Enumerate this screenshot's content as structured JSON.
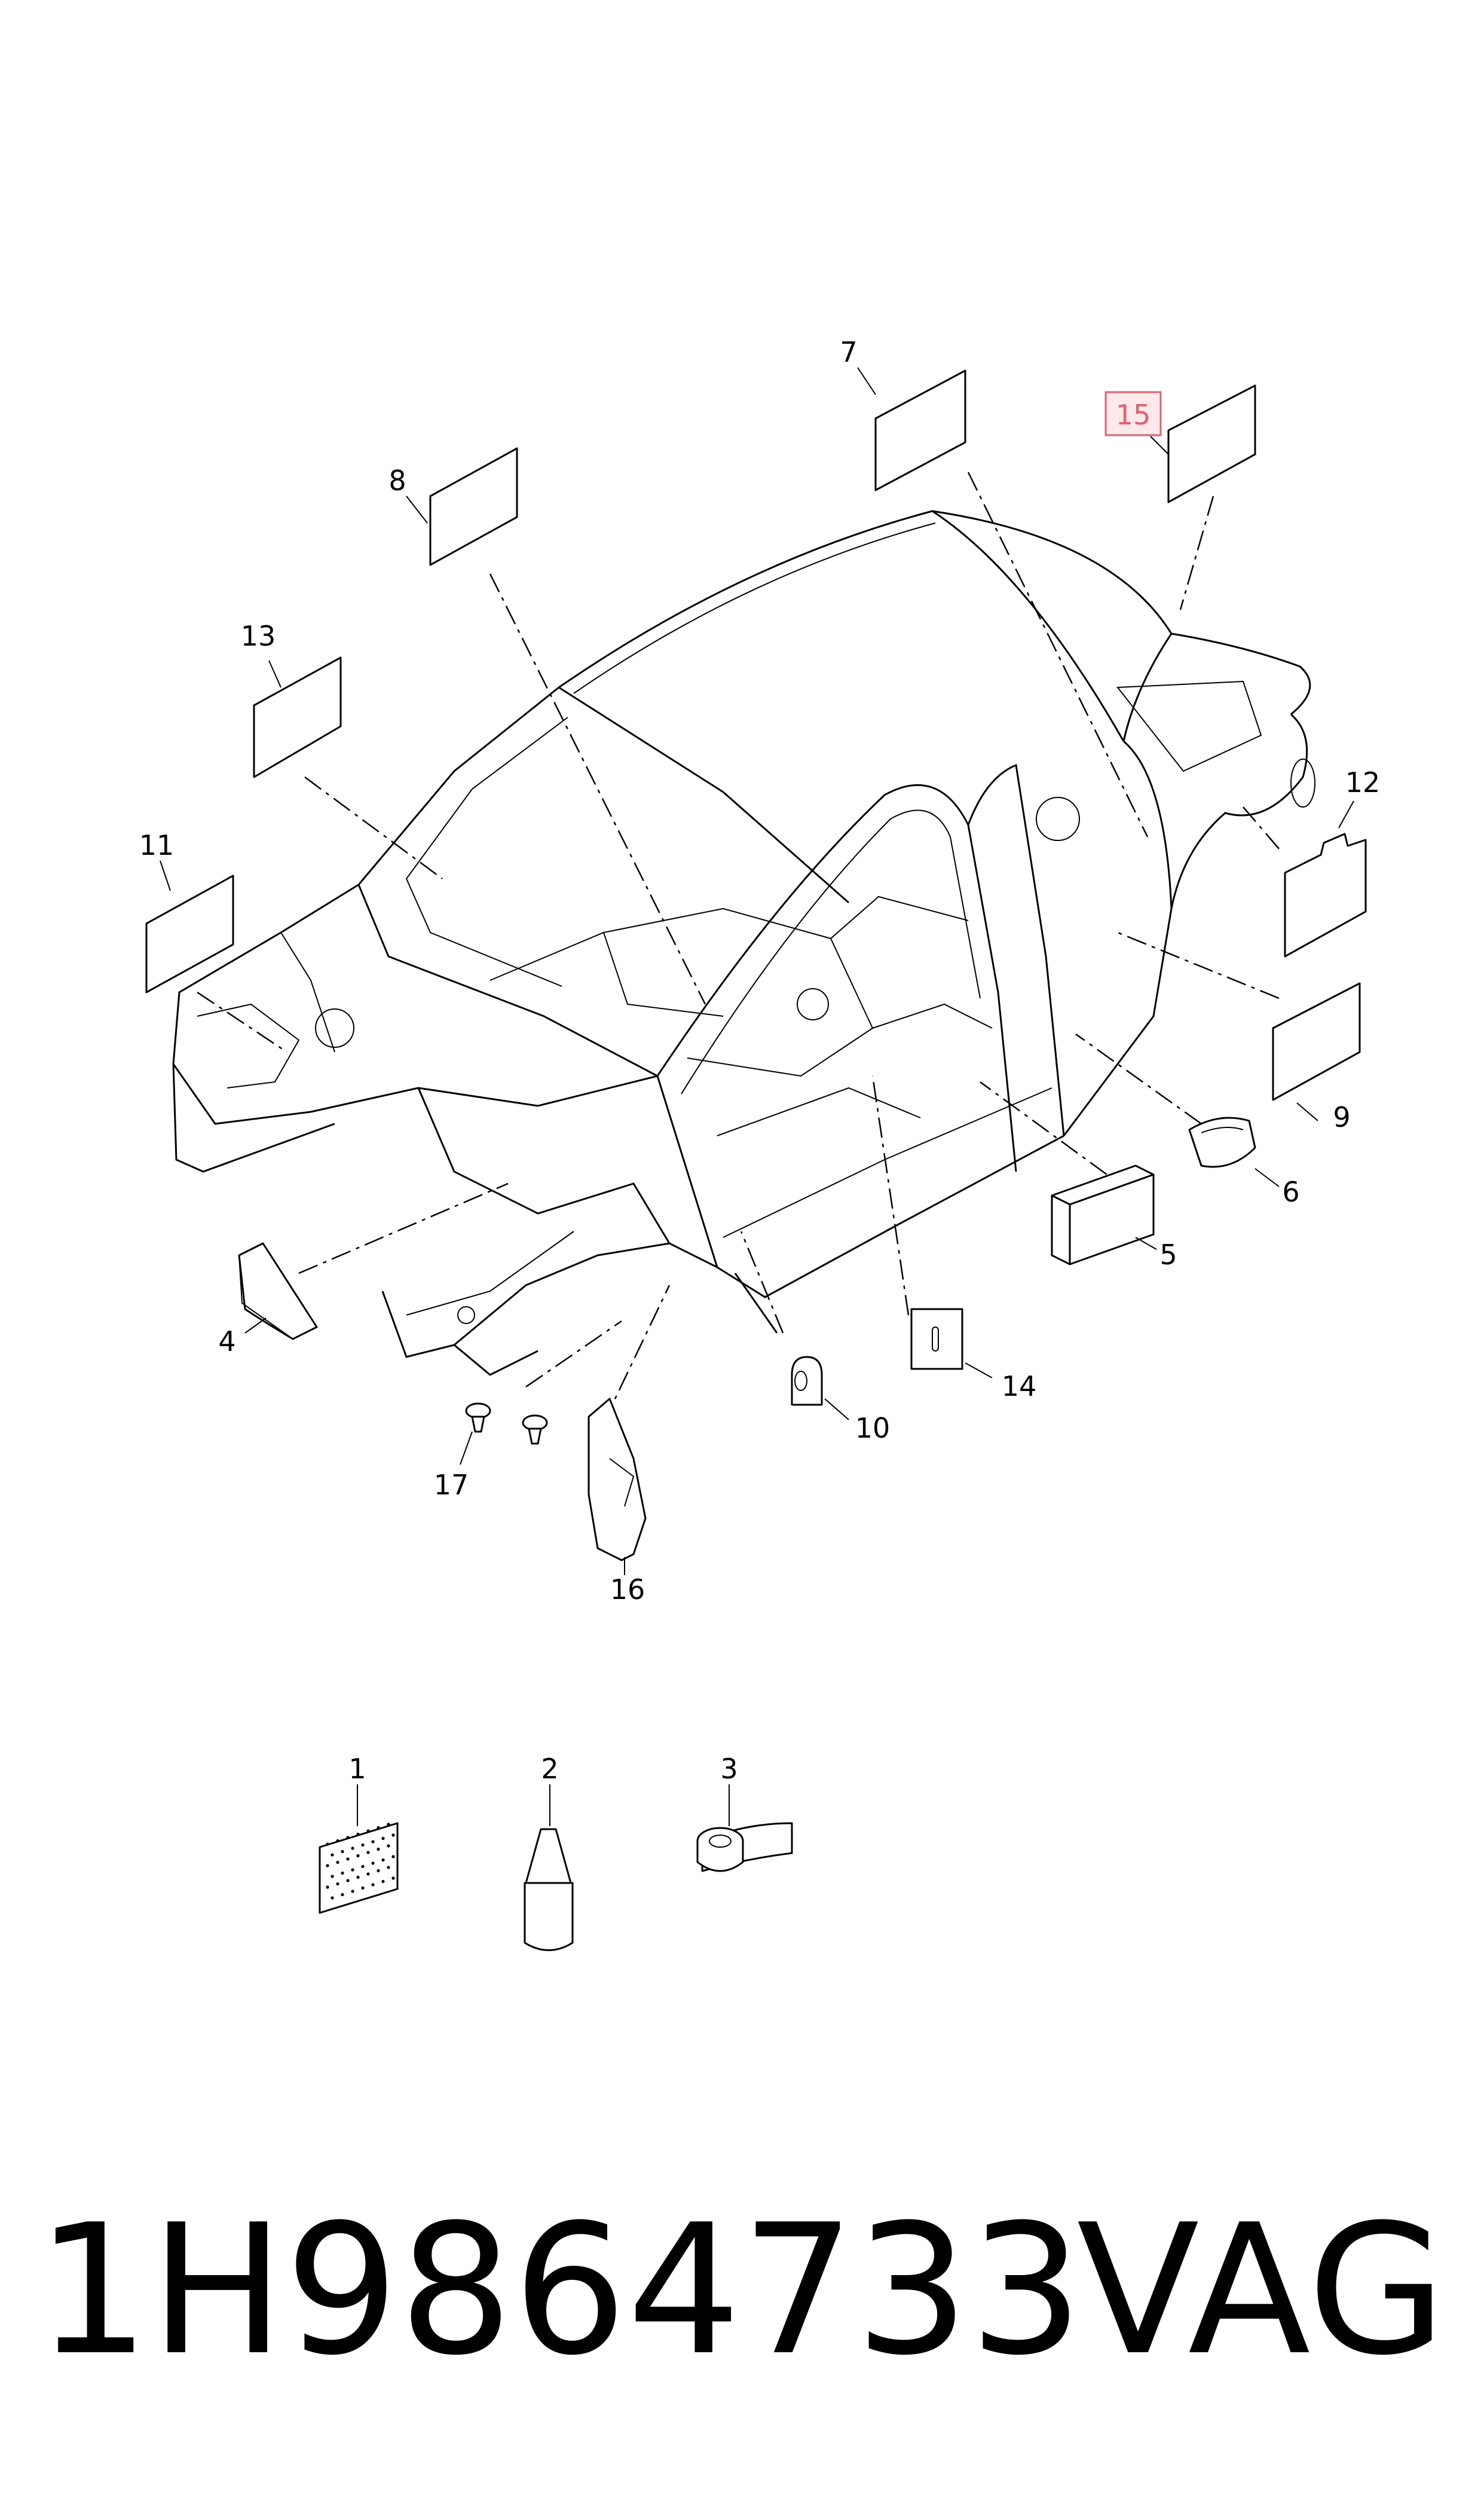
{
  "diagram": {
    "callouts": [
      "1",
      "2",
      "3",
      "4",
      "5",
      "6",
      "7",
      "8",
      "9",
      "10",
      "11",
      "12",
      "13",
      "14",
      "15",
      "16",
      "17"
    ],
    "highlighted_callout": "15",
    "highlight_color": "#e4606f",
    "highlight_fill": "#fde8ec",
    "line_color": "#000000"
  },
  "footer": {
    "part_number": "1H9864733",
    "brand": "VAG"
  }
}
